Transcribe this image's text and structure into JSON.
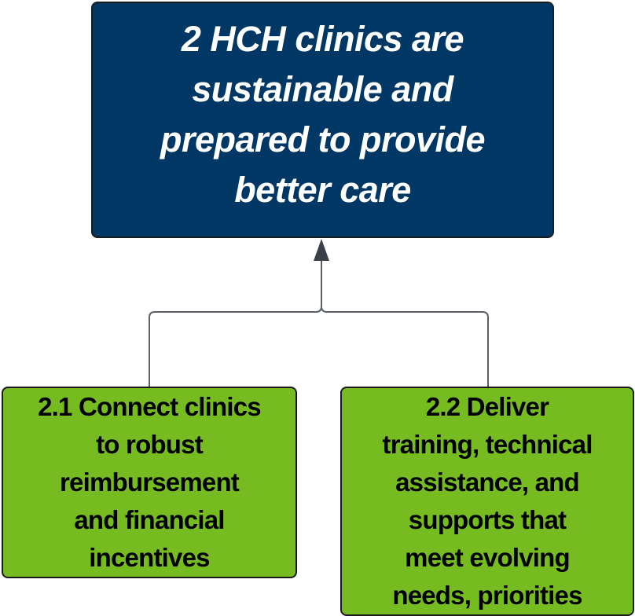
{
  "goal": {
    "lines": [
      "2 HCH clinics are",
      "sustainable and",
      "prepared to provide",
      "better care"
    ]
  },
  "strategies": [
    {
      "lines": [
        "2.1 Connect clinics",
        "to robust",
        "reimbursement",
        "and financial",
        "incentives"
      ]
    },
    {
      "lines": [
        "2.2  Deliver",
        "training, technical",
        "assistance, and",
        "supports that",
        "meet evolving",
        "needs, priorities"
      ]
    }
  ],
  "colors": {
    "goal": "#003764",
    "strategy": "#76bc21",
    "connector": "#5a5f66",
    "arrow": "#3b4048"
  }
}
